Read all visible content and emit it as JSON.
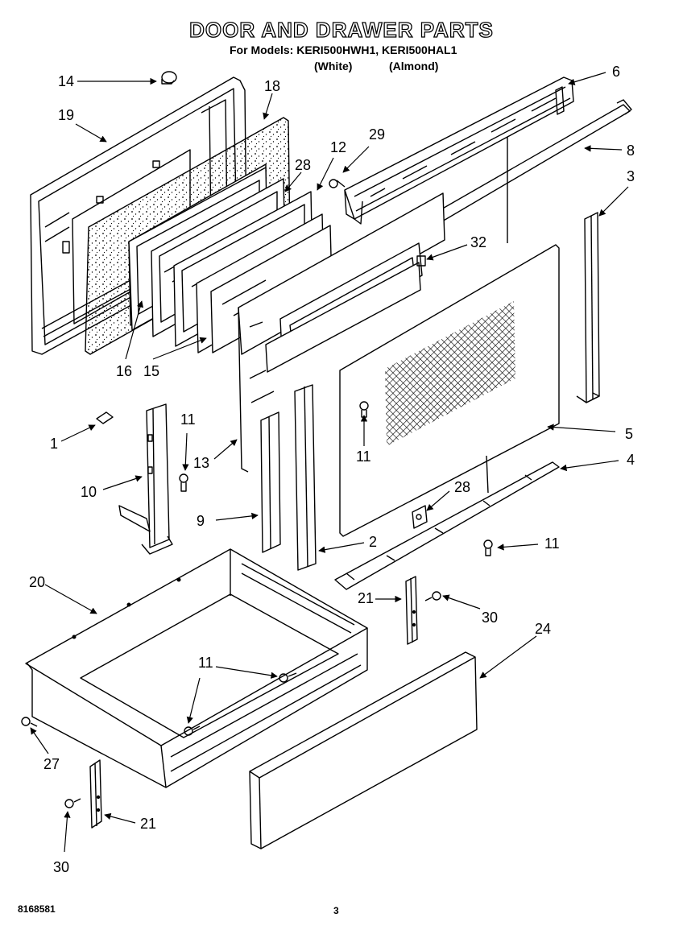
{
  "title": "DOOR AND DRAWER PARTS",
  "models_line": "For Models: KERI500HWH1, KERI500HAL1",
  "variants": [
    "(White)",
    "(Almond)"
  ],
  "callouts": [
    {
      "id": "c14",
      "label": "14"
    },
    {
      "id": "c19",
      "label": "19"
    },
    {
      "id": "c18",
      "label": "18"
    },
    {
      "id": "c12",
      "label": "12"
    },
    {
      "id": "c29",
      "label": "29"
    },
    {
      "id": "c28a",
      "label": "28"
    },
    {
      "id": "c6",
      "label": "6"
    },
    {
      "id": "c8",
      "label": "8"
    },
    {
      "id": "c3",
      "label": "3"
    },
    {
      "id": "c32",
      "label": "32"
    },
    {
      "id": "c16",
      "label": "16"
    },
    {
      "id": "c15",
      "label": "15"
    },
    {
      "id": "c1",
      "label": "1"
    },
    {
      "id": "c11a",
      "label": "11"
    },
    {
      "id": "c13",
      "label": "13"
    },
    {
      "id": "c11b",
      "label": "11"
    },
    {
      "id": "c5",
      "label": "5"
    },
    {
      "id": "c10",
      "label": "10"
    },
    {
      "id": "c4",
      "label": "4"
    },
    {
      "id": "c9",
      "label": "9"
    },
    {
      "id": "c28b",
      "label": "28"
    },
    {
      "id": "c2",
      "label": "2"
    },
    {
      "id": "c11c",
      "label": "11"
    },
    {
      "id": "c20",
      "label": "20"
    },
    {
      "id": "c21a",
      "label": "21"
    },
    {
      "id": "c30a",
      "label": "30"
    },
    {
      "id": "c24",
      "label": "24"
    },
    {
      "id": "c11d",
      "label": "11"
    },
    {
      "id": "c27",
      "label": "27"
    },
    {
      "id": "c21b",
      "label": "21"
    },
    {
      "id": "c30b",
      "label": "30"
    }
  ],
  "footer": {
    "doc_number": "8168581",
    "page_number": "3"
  }
}
